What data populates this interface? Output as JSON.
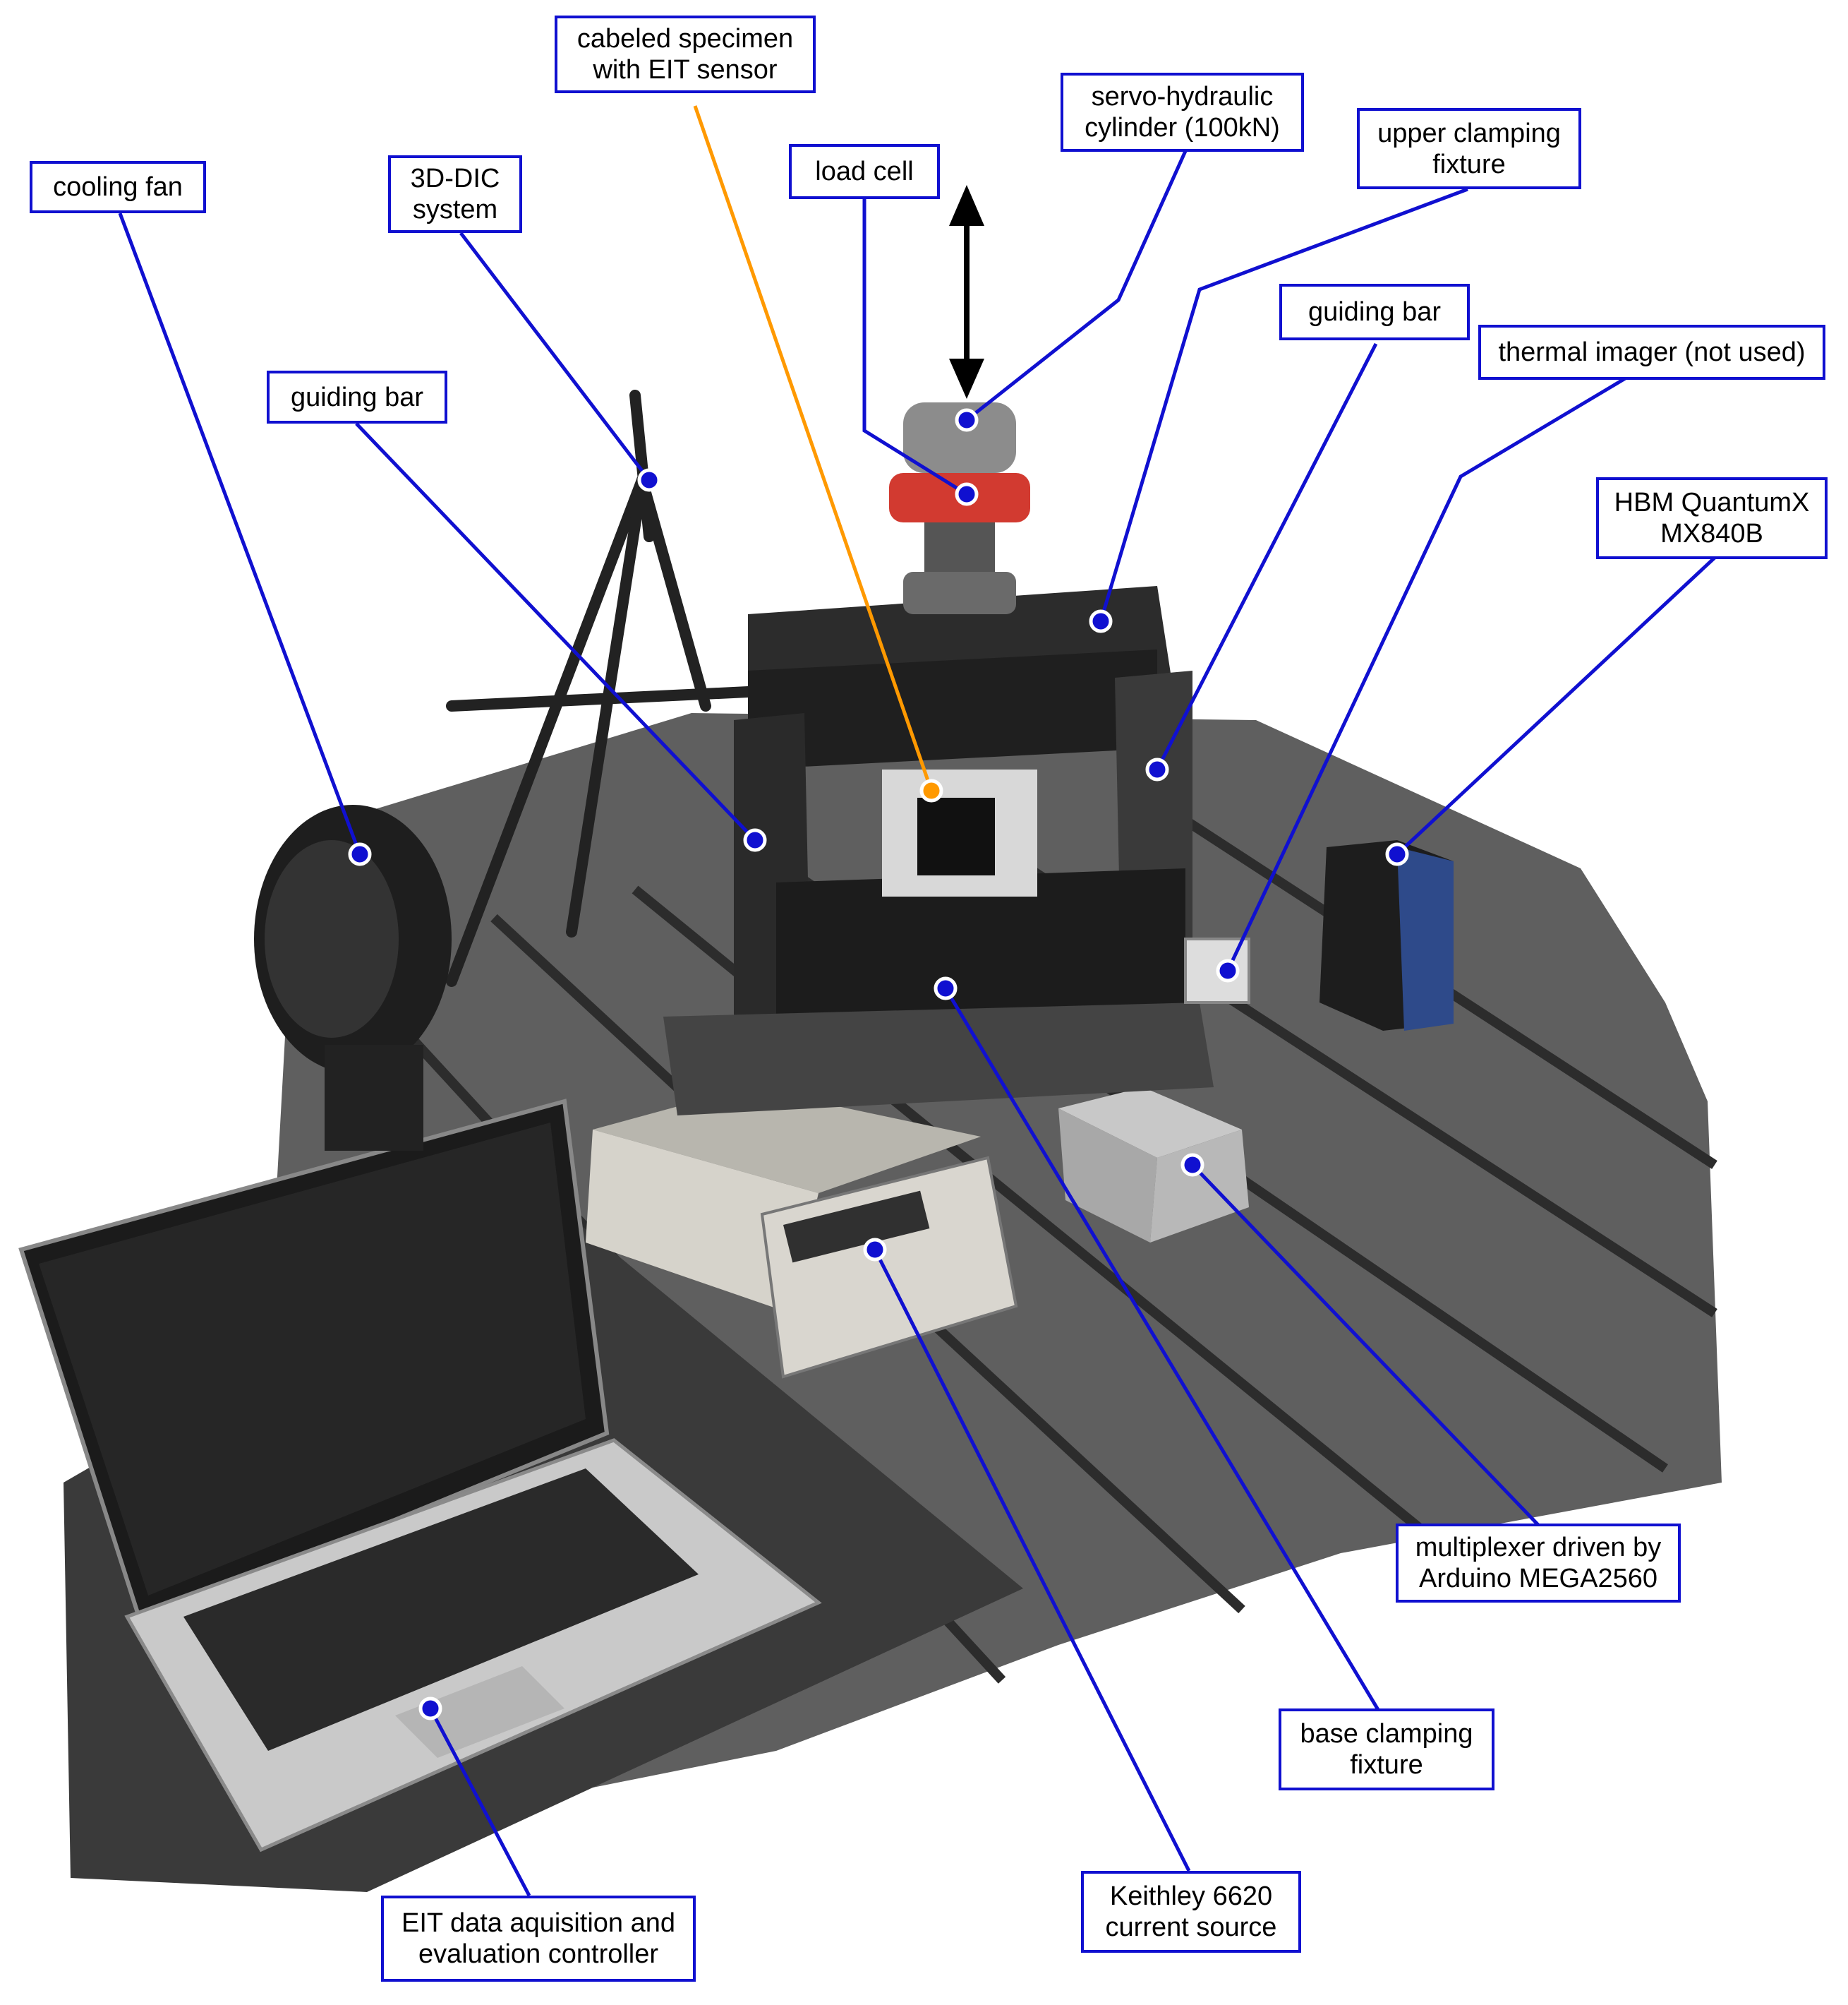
{
  "colors": {
    "label_border": "#1010d0",
    "leader_line": "#1010d0",
    "specimen_leader": "#ff9900",
    "table_top": "#5c5c5c",
    "frame": "#2a2a2a"
  },
  "labels": {
    "cooling_fan": [
      "cooling fan"
    ],
    "dic_system": [
      "3D-DIC",
      "system"
    ],
    "guiding_bar_left": [
      "guiding bar"
    ],
    "specimen": [
      "cabeled specimen",
      "with EIT sensor"
    ],
    "load_cell": [
      "load cell"
    ],
    "servo_cylinder": [
      "servo-hydraulic",
      "cylinder (100kN)"
    ],
    "upper_fixture": [
      "upper clamping",
      "fixture"
    ],
    "guiding_bar_right": [
      "guiding bar"
    ],
    "thermal_imager": [
      "thermal imager (not used)"
    ],
    "quantumx": [
      "HBM QuantumX",
      "MX840B"
    ],
    "multiplexer": [
      "multiplexer driven by",
      "Arduino MEGA2560"
    ],
    "base_fixture": [
      "base clamping",
      "fixture"
    ],
    "keithley": [
      "Keithley 6620",
      "current source"
    ],
    "controller": [
      "EIT data aquisition and",
      "evaluation controller"
    ]
  }
}
